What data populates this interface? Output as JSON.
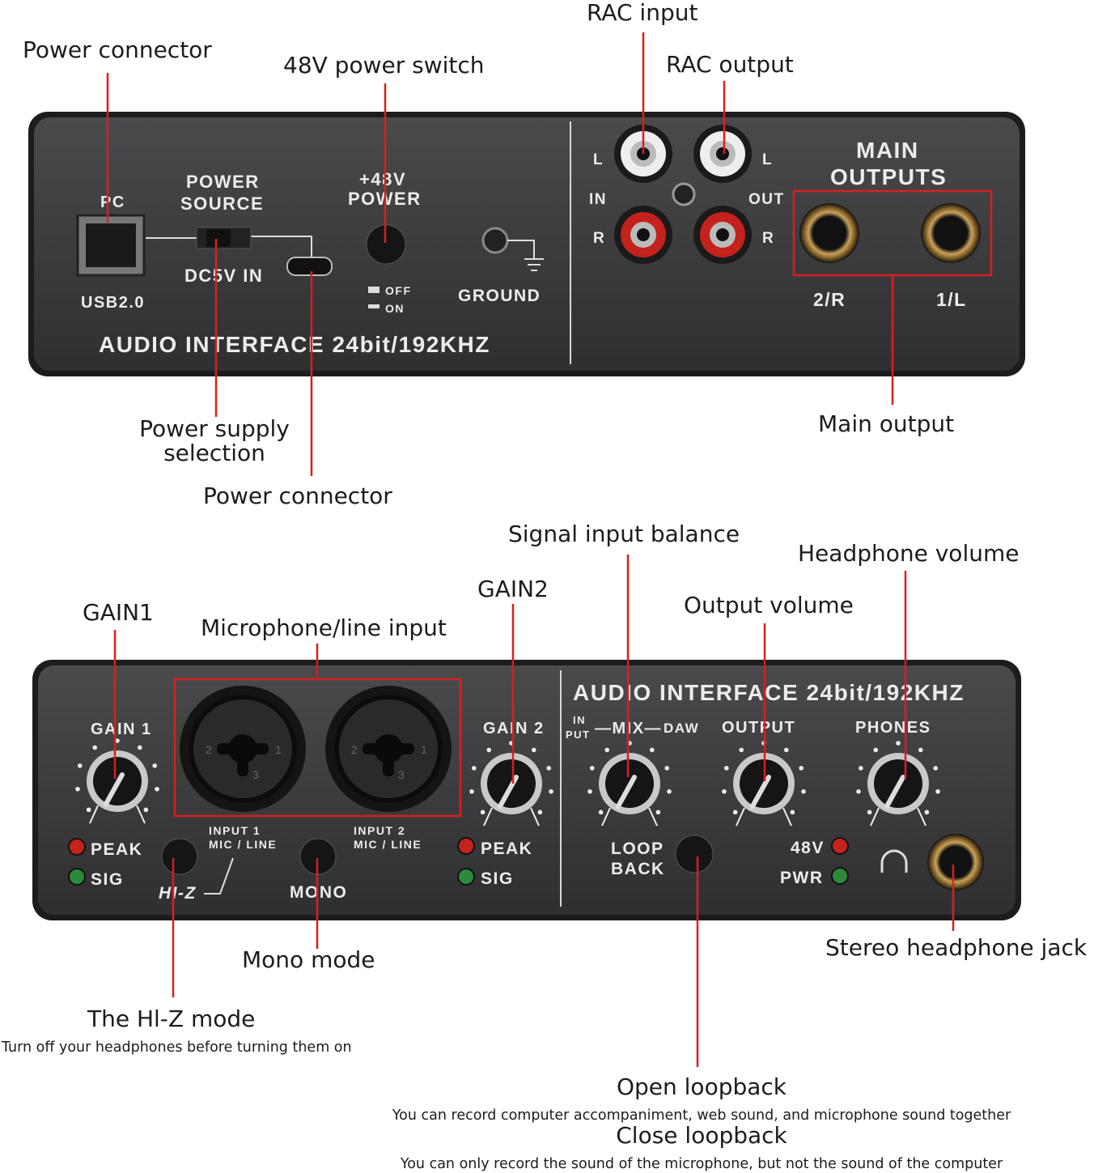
{
  "annotations": {
    "power_connector_top": "Power connector",
    "power_switch_48v": "48V power switch",
    "rac_input": "RAC input",
    "rac_output": "RAC output",
    "power_supply_selection": [
      "Power supply",
      "selection"
    ],
    "power_connector_bottom": "Power connector",
    "main_output": "Main output",
    "signal_input_balance": "Signal input balance",
    "headphone_volume": "Headphone volume",
    "gain2": "GAIN2",
    "output_volume": "Output volume",
    "gain1": "GAIN1",
    "mic_line_input": "Microphone/line input",
    "mono_mode": "Mono mode",
    "stereo_headphone_jack": "Stereo headphone jack",
    "hiz_mode": "The Hl-Z mode",
    "hiz_note": "Turn off your headphones before turning them on",
    "open_loopback": "Open loopback",
    "open_loopback_note": "You can record computer accompaniment, web sound, and microphone sound together",
    "close_loopback": "Close loopback",
    "close_loopback_note": "You can only record the sound of the microphone, but not the sound of the computer"
  },
  "rear_panel": {
    "pc": "PC",
    "usb": "USB2.0",
    "power_source": [
      "POWER",
      "SOURCE"
    ],
    "dc5v": "DC5V IN",
    "phantom": [
      "+48V",
      "POWER"
    ],
    "off": "OFF",
    "on": "ON",
    "ground": "GROUND",
    "model": "AUDIO INTERFACE  24bit/192KHZ",
    "rca_l_in": "L",
    "in": "IN",
    "rca_r_in": "R",
    "rca_l_out": "L",
    "out": "OUT",
    "rca_r_out": "R",
    "main_outputs": [
      "MAIN",
      "OUTPUTS"
    ],
    "out_2r": "2/R",
    "out_1l": "1/L"
  },
  "front_panel": {
    "gain1": "GAIN 1",
    "peak1": "PEAK",
    "sig1": "SIG",
    "input1": [
      "INPUT 1",
      "MIC / LINE"
    ],
    "hiz": "HI-Z",
    "input2": [
      "INPUT 2",
      "MIC / LINE"
    ],
    "mono": "MONO",
    "gain2": "GAIN 2",
    "peak2": "PEAK",
    "sig2": "SIG",
    "model": "AUDIO INTERFACE  24bit/192KHZ",
    "mix_in": [
      "IN",
      "PUT"
    ],
    "mix": "—MIX—",
    "daw": "DAW",
    "output": "OUTPUT",
    "phones": "PHONES",
    "loopback": [
      "LOOP",
      "BACK"
    ],
    "led_48v": "48V",
    "led_pwr": "PWR",
    "xlr_pins": [
      "1",
      "2",
      "3"
    ]
  },
  "colors": {
    "annotation_line": "#d6201f",
    "panel": "#3b3b3d",
    "led_red": "#c4221c",
    "led_green": "#2c8a3c"
  }
}
